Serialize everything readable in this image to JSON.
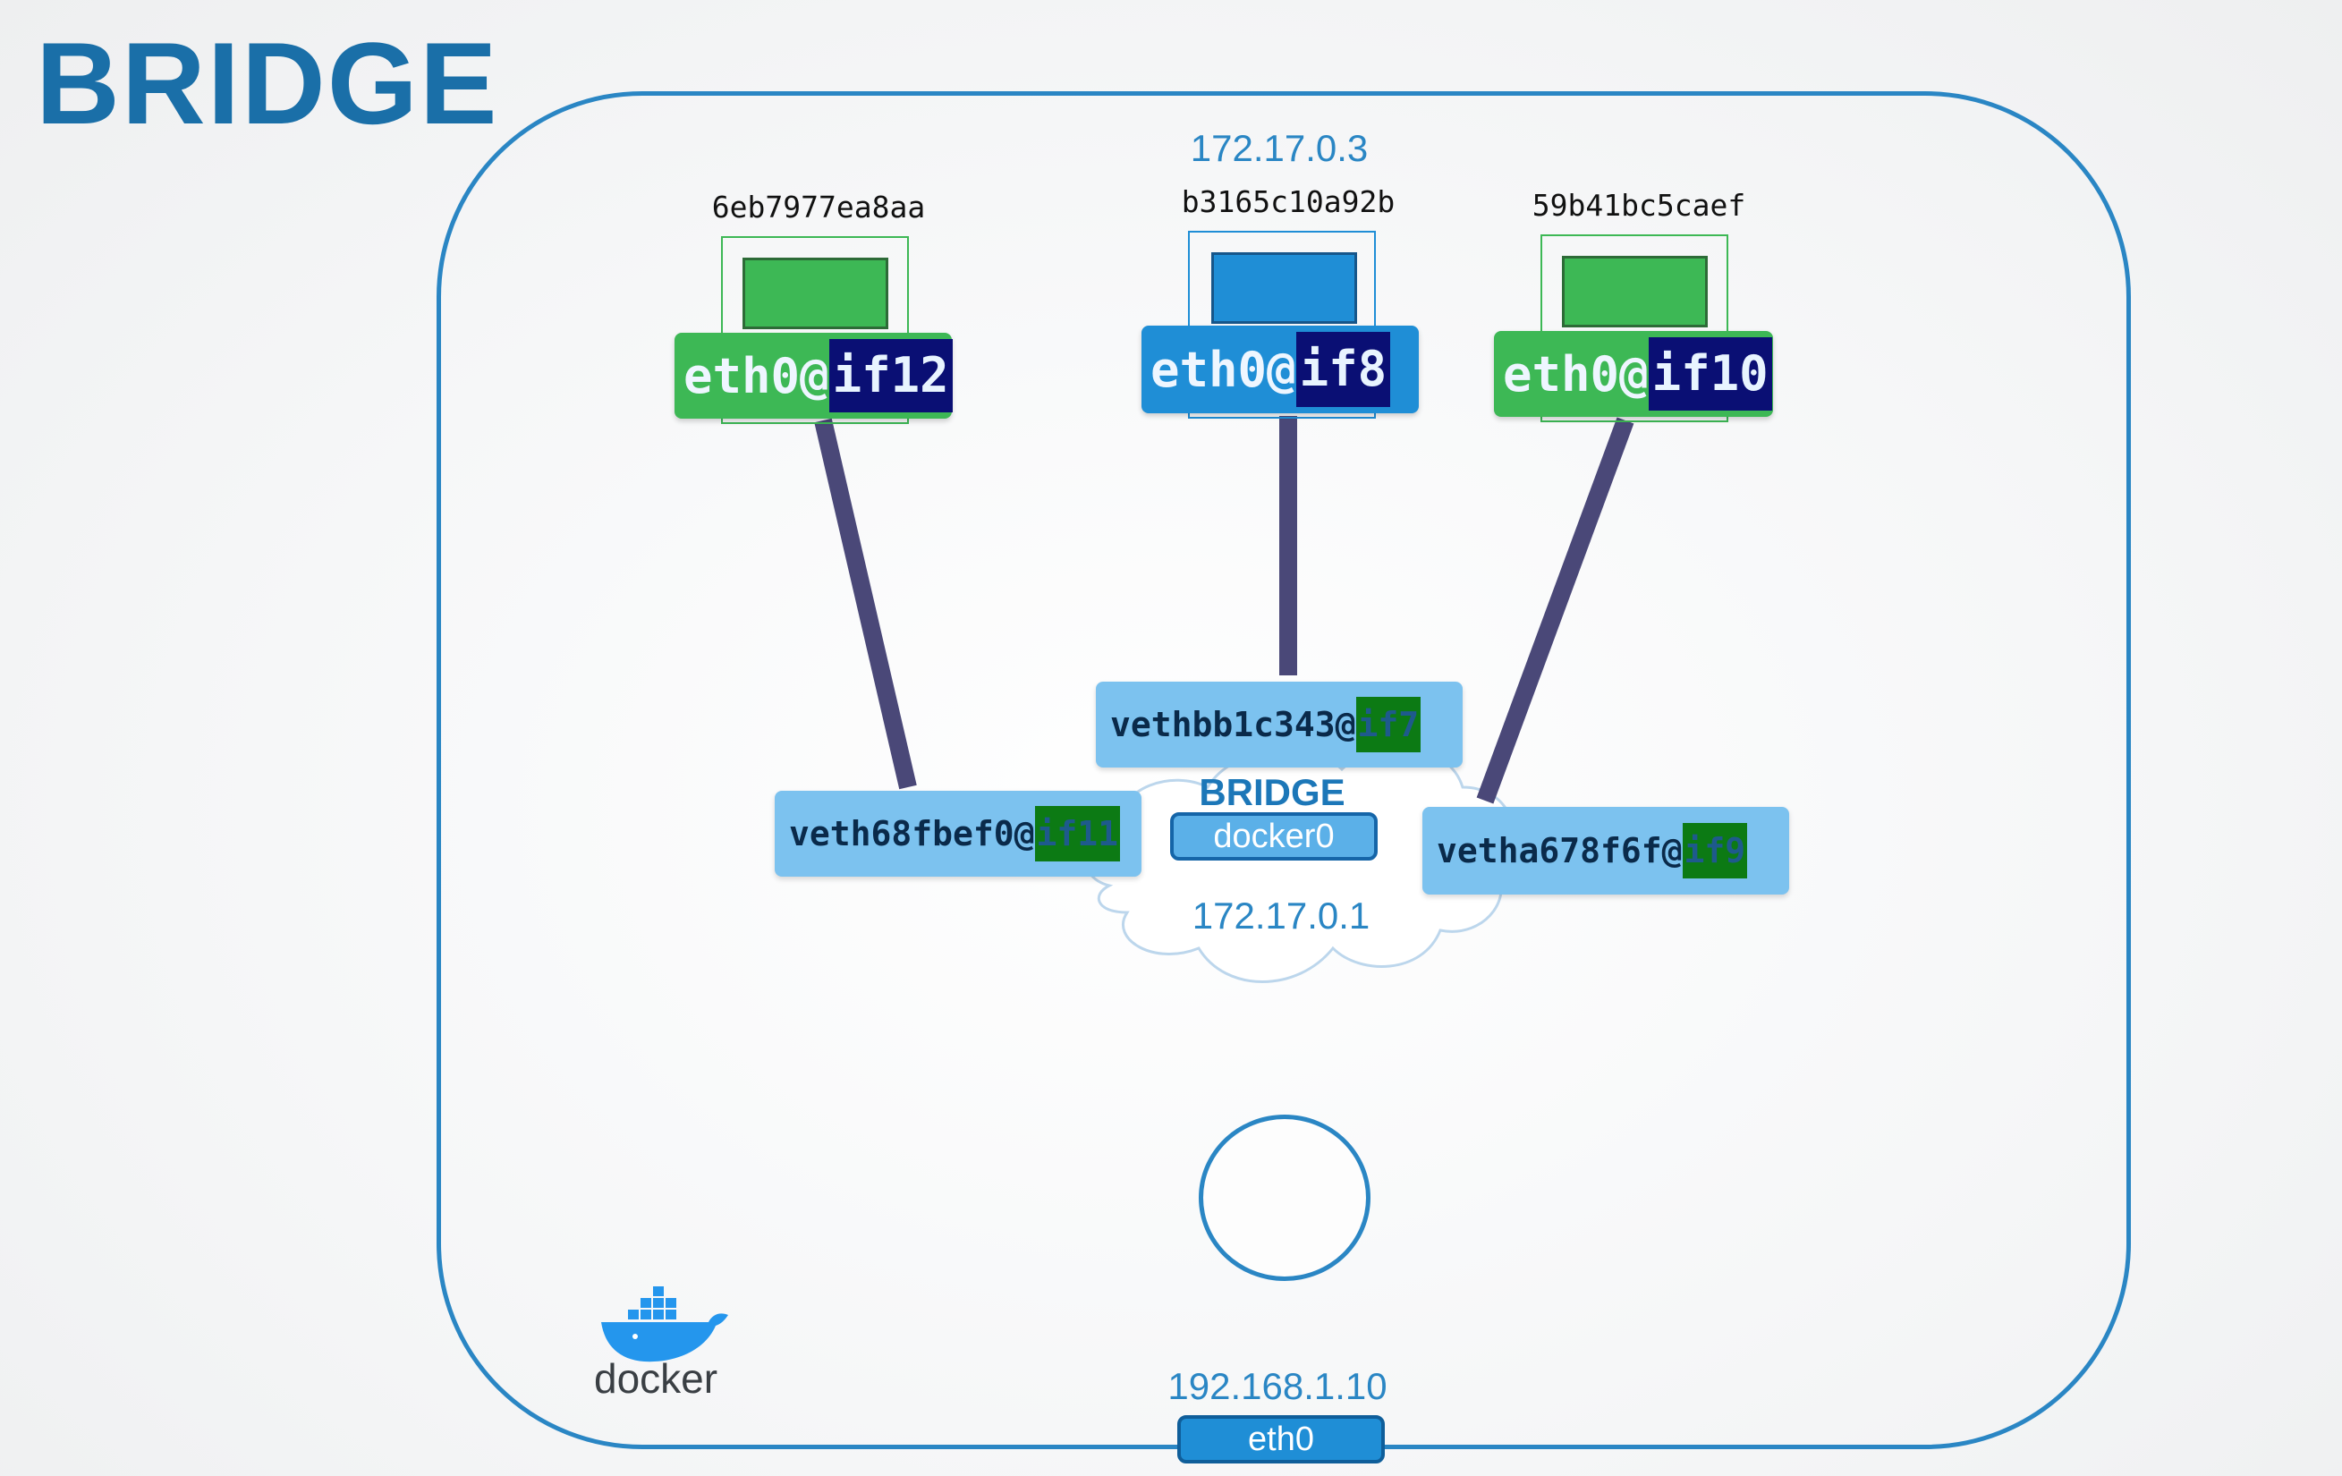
{
  "title": "BRIDGE",
  "containers": [
    {
      "id": "6eb7977ea8aa",
      "ip": "",
      "iface_prefix": "eth0@",
      "iface_suffix": "if12",
      "color": "#3db855"
    },
    {
      "id": "b3165c10a92b",
      "ip": "172.17.0.3",
      "iface_prefix": "eth0@",
      "iface_suffix": "if8",
      "color": "#1f8ed6"
    },
    {
      "id": "59b41bc5caef",
      "ip": "",
      "iface_prefix": "eth0@",
      "iface_suffix": "if10",
      "color": "#3db855"
    }
  ],
  "veths": [
    {
      "prefix": "veth68fbef0@",
      "suffix": "if11"
    },
    {
      "prefix": "vethbb1c343@",
      "suffix": "if7"
    },
    {
      "prefix": "vetha678f6f@",
      "suffix": "if9"
    }
  ],
  "bridge": {
    "label": "BRIDGE",
    "name": "docker0",
    "ip": "172.17.0.1",
    "color": "#2a86c4"
  },
  "host": {
    "ip": "192.168.1.10",
    "iface": "eth0"
  },
  "logo": {
    "text": "docker"
  },
  "colors": {
    "accent": "#1a6fa8",
    "link": "#4a4878",
    "veth": "#7cc2ef",
    "suffix_veth": "#0c7a14",
    "suffix_eth": "#0a0f74"
  }
}
